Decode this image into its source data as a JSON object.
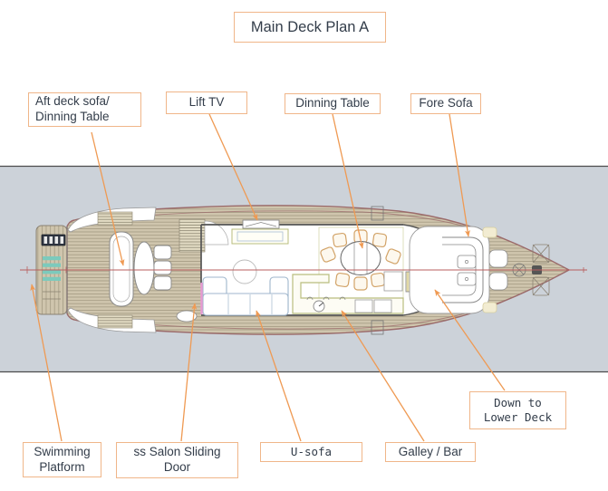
{
  "title": "Main Deck Plan A",
  "callouts": {
    "aft_deck_sofa": {
      "line1": "Aft deck sofa/",
      "line2": "Dinning Table"
    },
    "lift_tv": {
      "label": "Lift TV"
    },
    "dinning_table": {
      "label": "Dinning Table"
    },
    "fore_sofa": {
      "label": "Fore Sofa"
    },
    "swimming_platform": {
      "line1": "Swimming",
      "line2": "Platform"
    },
    "salon_sliding_door": {
      "line1": "ss Salon Sliding",
      "line2": "Door"
    },
    "u_sofa": {
      "label": "U-sofa"
    },
    "galley_bar": {
      "label": "Galley / Bar"
    },
    "down_to_lower_deck": {
      "line1": "Down to",
      "line2": "Lower Deck"
    }
  },
  "colors": {
    "accent": "#f0b689",
    "leader": "#ef9a53",
    "ink": "#333d4a",
    "band": "#ccd2d9",
    "bandline": "#4c4c4c",
    "deck": "#cfc5ad",
    "plank": "#9e957d",
    "hull": "#9b6b6b",
    "wall": "#555555",
    "teal": "#7ccabc",
    "chair": "#d2a368",
    "olive": "#b9bd7e",
    "stairfill": "#f5efc8",
    "stairline": "#c9ba77",
    "doorpink": "#e79ad2",
    "centerline": "#b85f5f",
    "sofaline": "#9fb6cc",
    "furn": "#888888"
  }
}
